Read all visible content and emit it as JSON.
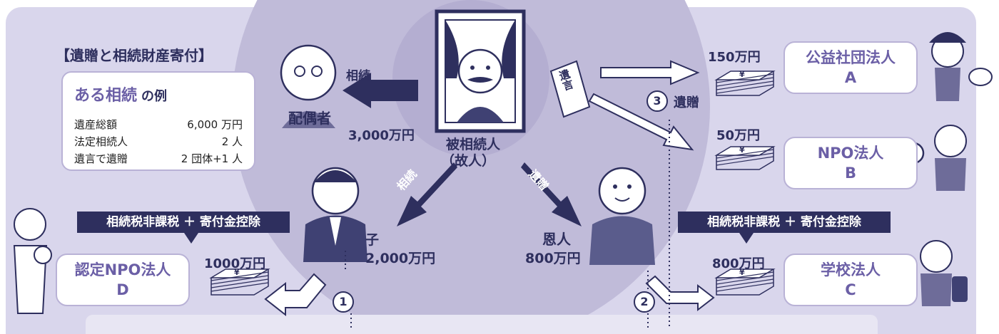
{
  "title": "【遺贈と相続財産寄付】",
  "example": {
    "heading_main": "ある相続",
    "heading_suffix": "の例",
    "rows": [
      {
        "label": "遺産総額",
        "value": "6,000 万円"
      },
      {
        "label": "法定相続人",
        "value": "2 人"
      },
      {
        "label": "遺言で遺贈",
        "value": "2 団体+1 人"
      }
    ]
  },
  "decedent": {
    "label_line1": "被相続人",
    "label_line2": "（故人）"
  },
  "will_label": "遺言",
  "spouse": {
    "arrow_label": "相続",
    "name": "配偶者",
    "amount": "3,000万円"
  },
  "child": {
    "arrow_label": "相続",
    "name": "子",
    "amount": "2,000万円"
  },
  "benefactor": {
    "arrow_label": "遺贈",
    "name": "恩人",
    "amount": "800万円"
  },
  "bequest": {
    "number": "3",
    "label": "遺贈"
  },
  "banner_text": "相続税非課税 ＋ 寄付金控除",
  "organizations": [
    {
      "name_line1": "公益社団法人",
      "name_line2": "A",
      "amount": "150万円"
    },
    {
      "name_line1": "NPO法人",
      "name_line2": "B",
      "amount": "50万円"
    },
    {
      "name_line1": "学校法人",
      "name_line2": "C",
      "amount": "800万円"
    },
    {
      "name_line1": "認定NPO法人",
      "name_line2": "D",
      "amount": "1000万円"
    }
  ],
  "step_numbers": [
    "1",
    "2"
  ],
  "yen_mark": "¥",
  "colors": {
    "background": "#d9d6ec",
    "circle": "#c0bbd9",
    "navy": "#2e2f5e",
    "accent": "#6b5fa6",
    "border": "#b9b2d6"
  }
}
